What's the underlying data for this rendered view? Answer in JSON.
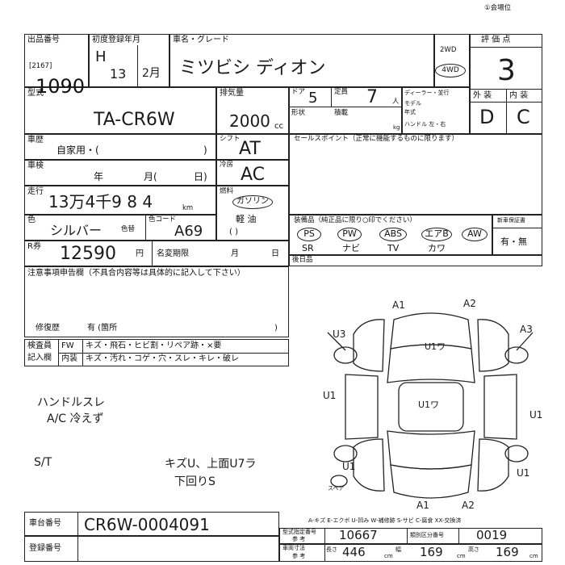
{
  "header": {
    "venue_label": "①会場位",
    "auction_number_label": "出品番号",
    "auction_number_sub": "[2167]",
    "auction_number": "1090"
  },
  "first_reg": {
    "label": "初度登録年月",
    "era": "H",
    "year": "13",
    "month": "2月"
  },
  "car_name": {
    "label": "車名・グレード",
    "value": "ミツビシ ディオン"
  },
  "drive": {
    "two_wd": "2WD",
    "four_wd": "4WD"
  },
  "score": {
    "label": "評 価 点",
    "value": "3",
    "ext_label": "外 装",
    "int_label": "内 装",
    "ext_value": "D",
    "int_value": "C"
  },
  "model": {
    "label": "型式",
    "value": "TA-CR6W"
  },
  "displacement": {
    "label": "排気量",
    "value": "2000",
    "unit": "cc"
  },
  "doors": {
    "label": "ドア",
    "value": "5"
  },
  "capacity": {
    "label": "定員",
    "value": "7",
    "unit": "人"
  },
  "shape_label": "形状",
  "loading_label": "積載",
  "loading_unit": "kg",
  "dealer": {
    "line1": "ディーラー・並行",
    "line2": "モデル",
    "line3": "年式",
    "line4": "ハンドル 左・右"
  },
  "history": {
    "label": "車歴",
    "value": "自家用・(",
    "close": ")"
  },
  "shift": {
    "label": "シフト",
    "value": "AT"
  },
  "ac": {
    "label": "冷房",
    "value": "AC"
  },
  "inspection": {
    "label": "車検",
    "year": "年",
    "month": "月(",
    "day": "日)"
  },
  "fuel": {
    "label": "燃料",
    "gasoline": "ガソリン",
    "diesel": "軽 油",
    "other": "(    )"
  },
  "mileage": {
    "label": "走行",
    "value": "13万4千9 8 4",
    "unit": "km"
  },
  "sales_point": {
    "label": "セールスポイント（正常に機能するものに限ります）"
  },
  "color": {
    "label": "色",
    "value": "シルバー",
    "color_change_label": "色替",
    "code_label": "色コード",
    "code_value": "A69"
  },
  "equipment": {
    "label": "装備品（純正品に限り○印でください）",
    "items_row1": [
      "PS",
      "PW",
      "ABS",
      "エアB",
      "AW"
    ],
    "items_row2": [
      "SR",
      "ナビ",
      "TV",
      "カワ"
    ]
  },
  "warranty": {
    "label": "新車保証書",
    "value": "有・無"
  },
  "recycle": {
    "label": "R券",
    "value": "12590",
    "unit": "円"
  },
  "meigi": {
    "label": "名変期限",
    "month": "月",
    "day": "日"
  },
  "rear_seat_label": "後日品",
  "notes": {
    "label": "注意事項申告欄（不具合内容等は具体的に記入して下さい）"
  },
  "repair": {
    "label": "修復歴",
    "value": "有 (箇所",
    "close": ")"
  },
  "inspector": {
    "label": "検査員",
    "label2": "記入欄",
    "fw": "FW",
    "fw_items": "キズ・飛石・ヒビ割・リペア跡・×要",
    "in": "内装",
    "in_items": "キズ・汚れ・コゲ・穴・スレ・キレ・破レ"
  },
  "handwritten_notes": {
    "line1": "ハンドルスレ",
    "line2": "A/C 冷えず",
    "line3": "S/T",
    "line4": "キズU、上面U7ラ",
    "line5": "下回りS"
  },
  "diagram_marks": {
    "a1_top": "A1",
    "a2_top": "A2",
    "u3_left": "U3",
    "a3_right": "A3",
    "u1_hood": "U1ワ",
    "u1_left": "U1",
    "u1_roof": "U1ワ",
    "u1_right": "U1",
    "u1_left_low": "U1",
    "u1_right_low": "U1",
    "a1_bottom": "A1",
    "a2_bottom": "A2",
    "spare": "スペア"
  },
  "legend": "A-キズ E-エクボ U-凹み W-補修跡 S-サビ C-腐食 XX-交換済",
  "chassis": {
    "label": "車台番号",
    "value": "CR6W-0004091"
  },
  "registration_label": "登録番号",
  "type_approval": {
    "label": "型式指定番号",
    "sub": "参 考",
    "value": "10667",
    "class_label": "類別区分番号",
    "class_value": "0019"
  },
  "dimensions": {
    "label": "車両寸法",
    "sub": "参 考",
    "length_label": "長さ",
    "length": "446",
    "width_label": "幅",
    "width": "169",
    "height_label": "高さ",
    "height": "169",
    "unit": "cm"
  }
}
